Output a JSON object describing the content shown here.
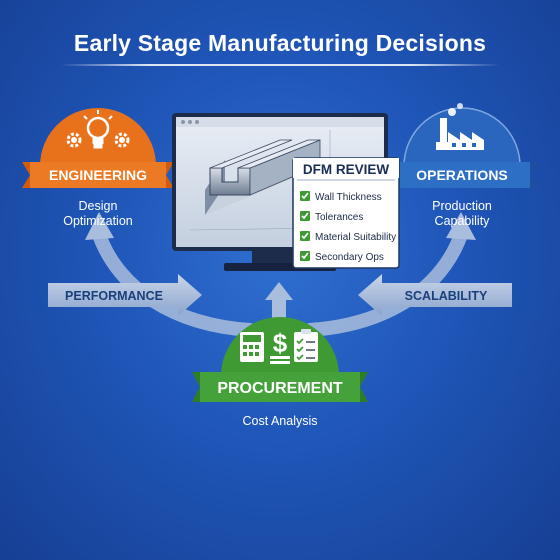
{
  "title": "Early Stage Manufacturing Decisions",
  "engineering": {
    "label": "ENGINEERING",
    "subtitle_line1": "Design",
    "subtitle_line2": "Optimization",
    "color": "#e8711c"
  },
  "operations": {
    "label": "OPERATIONS",
    "subtitle_line1": "Production",
    "subtitle_line2": "Capability",
    "color": "#2d6fc4"
  },
  "procurement": {
    "label": "PROCUREMENT",
    "subtitle": "Cost Analysis",
    "color": "#3f9a34"
  },
  "dfm_review": {
    "title": "DFM REVIEW",
    "items": [
      "Wall Thickness",
      "Tolerances",
      "Material Suitability",
      "Secondary Ops"
    ]
  },
  "arrows": {
    "left_label": "PERFORMANCE",
    "right_label": "SCALABILITY"
  },
  "icons": {
    "engineering": "lightbulb-gears-icon",
    "operations": "factory-icon",
    "procurement": "calculator-dollar-checklist-icon",
    "monitor": "cad-profile-icon"
  }
}
